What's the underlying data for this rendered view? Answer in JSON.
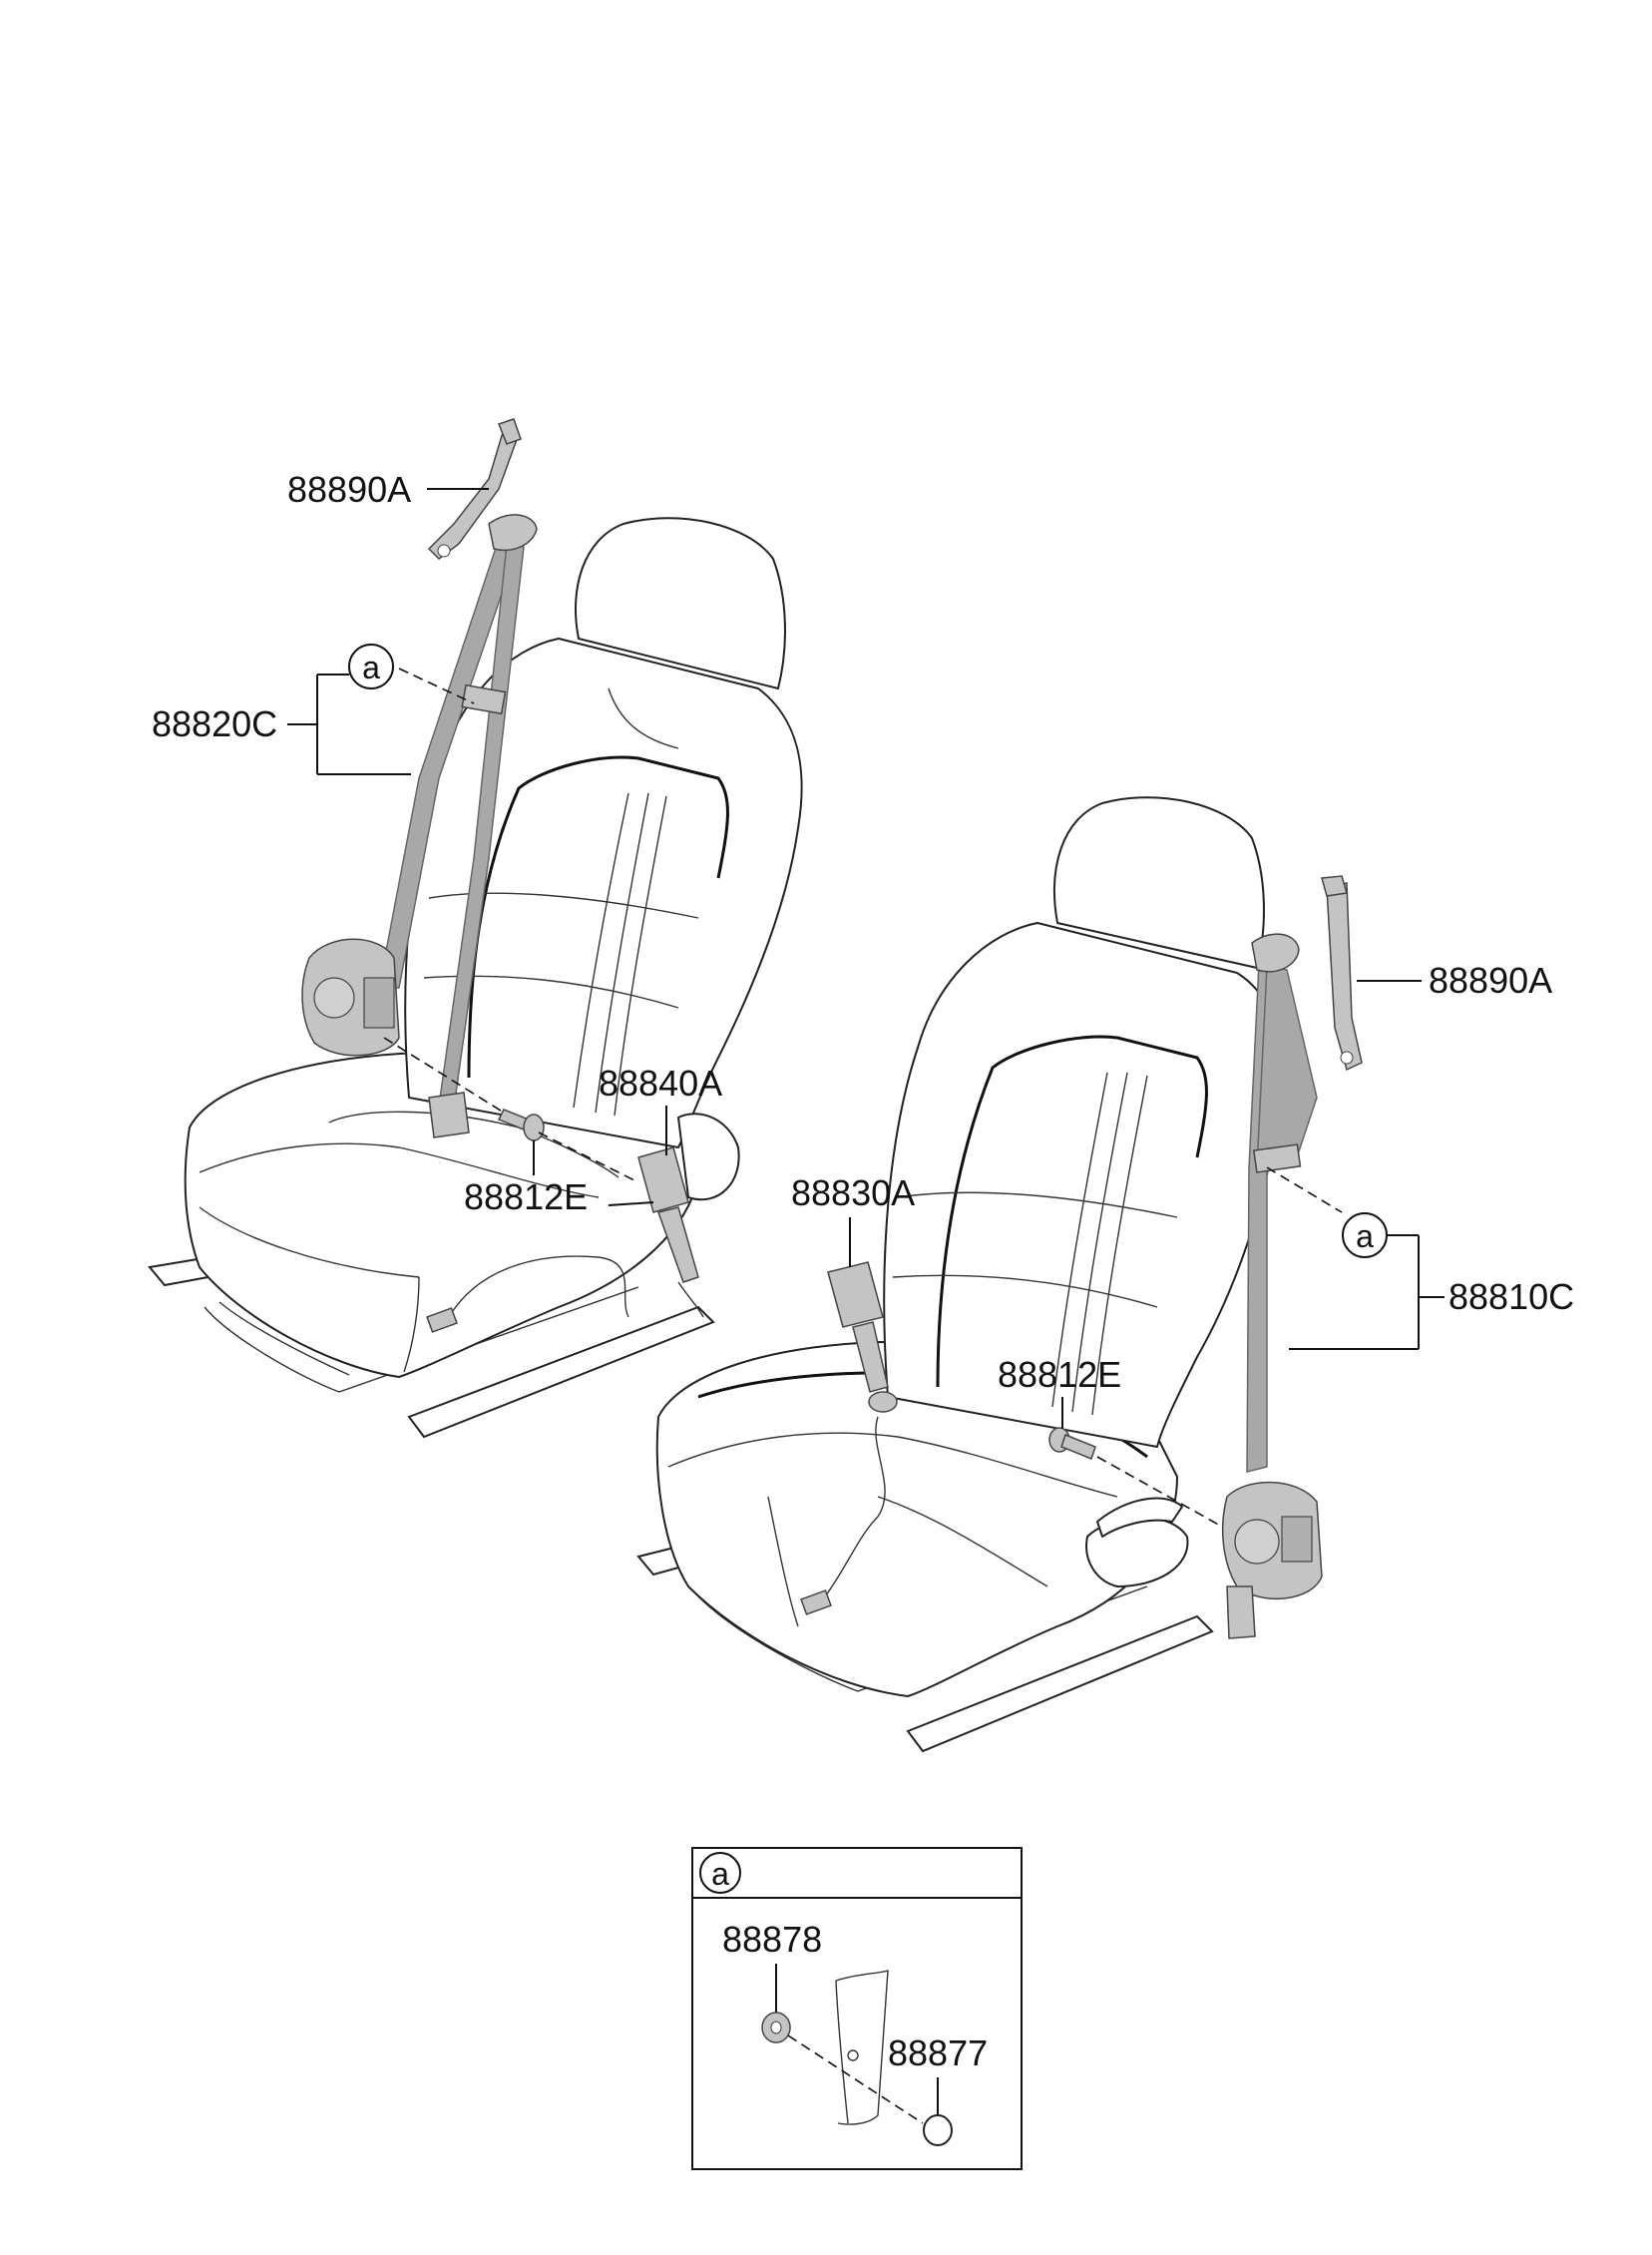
{
  "callouts": {
    "left_guide": "88890A",
    "left_belt": "88820C",
    "left_buckle": "88840A",
    "left_bolt": "88812E",
    "right_guide": "88890A",
    "right_buckle": "88830A",
    "right_bolt": "88812E",
    "right_belt": "88810C",
    "ref_marker": "a"
  },
  "detail_box": {
    "marker": "a",
    "part_upper": "88878",
    "part_lower": "88877"
  }
}
